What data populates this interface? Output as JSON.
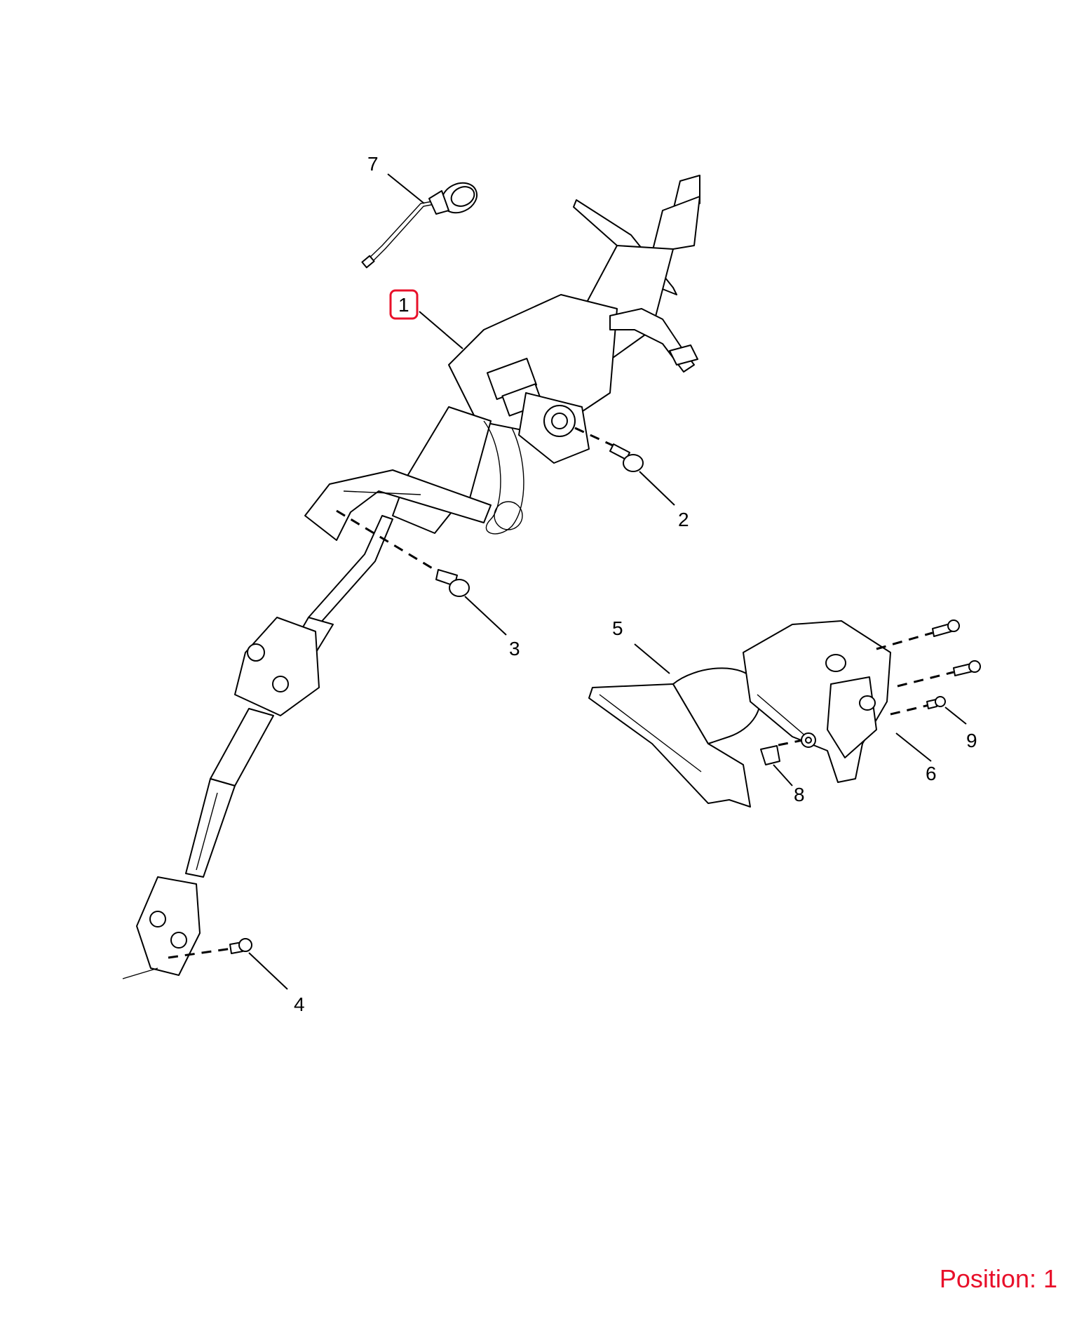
{
  "callouts": [
    {
      "id": "1",
      "label": "1",
      "highlighted": true
    },
    {
      "id": "2",
      "label": "2"
    },
    {
      "id": "3",
      "label": "3"
    },
    {
      "id": "4",
      "label": "4"
    },
    {
      "id": "5",
      "label": "5"
    },
    {
      "id": "6",
      "label": "6"
    },
    {
      "id": "7",
      "label": "7"
    },
    {
      "id": "8",
      "label": "8"
    },
    {
      "id": "9",
      "label": "9"
    }
  ],
  "position": {
    "text": "Position: 1"
  },
  "colors": {
    "highlight": "#e8102a",
    "lines": "#000000",
    "background": "#ffffff"
  }
}
